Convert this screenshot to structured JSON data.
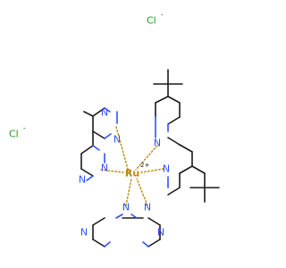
{
  "metal": {
    "symbol": "Ru",
    "charge": "2+"
  },
  "counterions": [
    {
      "symbol": "Cl",
      "charge": "-"
    },
    {
      "symbol": "Cl",
      "charge": "-"
    }
  ],
  "atom_labels": {
    "nitrogen": "N"
  },
  "colors": {
    "bond": "#1a1a1a",
    "nitrogen": "#3050ff",
    "ruthenium": "#b8860b",
    "chlorine": "#1f9b1f"
  }
}
